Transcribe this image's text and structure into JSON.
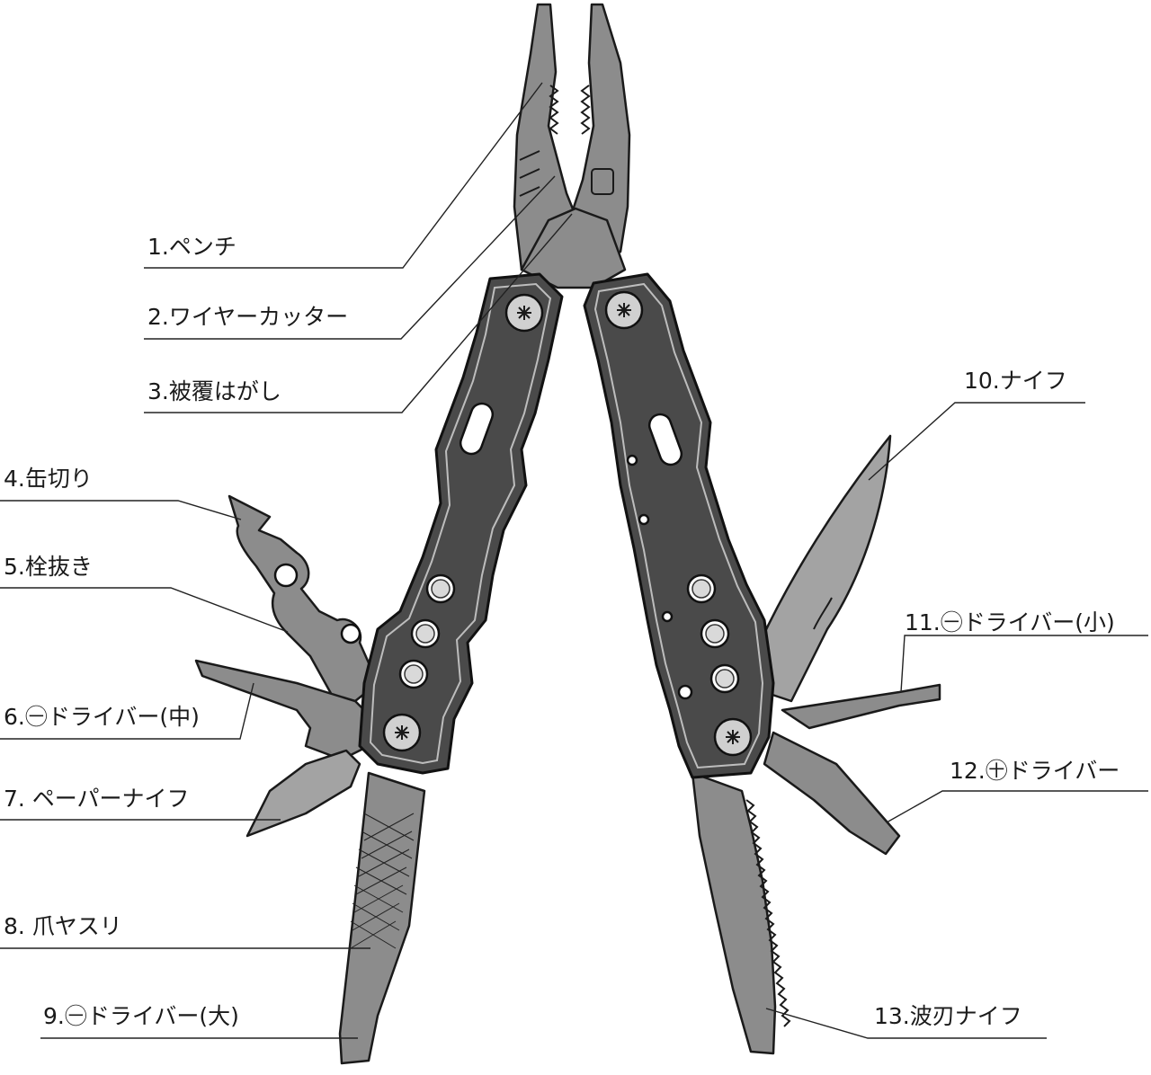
{
  "labels": [
    {
      "id": "pliers",
      "text": "1.ペンチ"
    },
    {
      "id": "wire_cutter",
      "text": "2.ワイヤーカッター"
    },
    {
      "id": "wire_stripper",
      "text": "3.被覆はがし"
    },
    {
      "id": "can_opener",
      "text": "4.缶切り"
    },
    {
      "id": "bottle_opener",
      "text": "5.栓抜き"
    },
    {
      "id": "flat_driver_medium",
      "text": "6.㊀ドライバー(中)"
    },
    {
      "id": "paper_knife",
      "text": "7. ペーパーナイフ"
    },
    {
      "id": "nail_file",
      "text": "8. 爪ヤスリ"
    },
    {
      "id": "flat_driver_large",
      "text": "9.㊀ドライバー(大)"
    },
    {
      "id": "knife",
      "text": "10.ナイフ"
    },
    {
      "id": "flat_driver_small",
      "text": "11.㊀ドライバー(小)"
    },
    {
      "id": "phillips_driver",
      "text": "12.㊉ドライバー"
    },
    {
      "id": "serrated_knife",
      "text": "13.波刃ナイフ"
    }
  ],
  "colors": {
    "metal": "#8c8c8c",
    "handle": "#4a4a4a",
    "outline": "#1a1a1a",
    "background": "#ffffff"
  }
}
